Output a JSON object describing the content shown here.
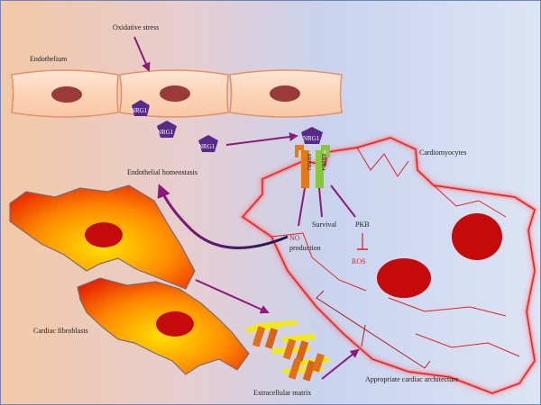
{
  "labels": {
    "oxidative_stress": "Oxidative stress",
    "endothelium": "Endothelium",
    "nrg1": "NRG1",
    "erbb2": "ERBB2",
    "erbb4": "ERBB4",
    "cardiomyocytes": "Cardiomyocytes",
    "endothelial_homeostasis": "Endothelial homeostasis",
    "no": "NO",
    "production": "production",
    "survival": "Survival",
    "pkb": "PKB",
    "ros": "ROS",
    "cardiac_fibroblasts": "Cardiac fibroblasts",
    "extracellular_matrix": "Extracellular matrix",
    "appropriate_cardiac_architecture": "Appropriate cardiac architecture"
  },
  "colors": {
    "arrow": "#8b1a7a",
    "nrg1": "#5a2a8a",
    "erbb2": "#e07a1a",
    "erbb4": "#8cc63e",
    "cell_outline": "#e32222",
    "nucleus": "#c40a0a",
    "fibroblast": "#ff6a00",
    "endothelium": "#fcd9c0",
    "ros_text": "#d42222"
  }
}
